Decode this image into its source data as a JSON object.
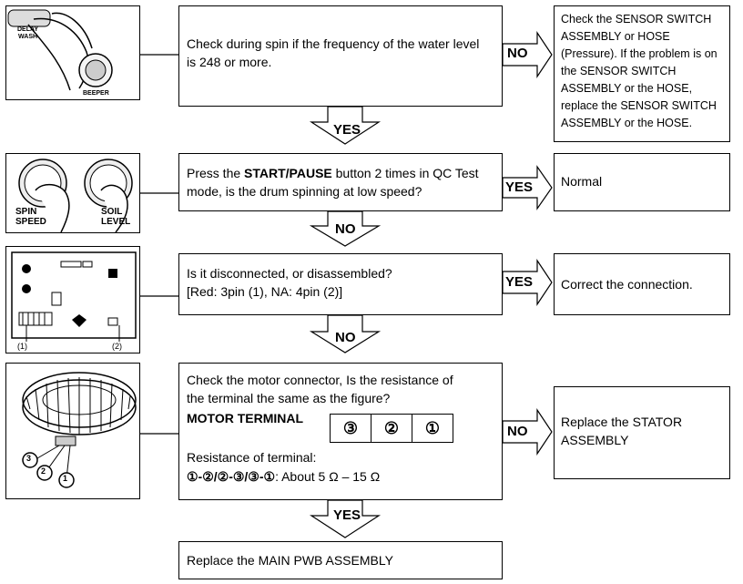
{
  "step1": {
    "question": "Check during spin if the frequency of the water level is 248 or more.",
    "no_label": "NO",
    "no_action": "Check the SENSOR SWITCH ASSEMBLY or HOSE (Pressure). If the problem is on the SENSOR SWITCH ASSEMBLY or the HOSE, replace the SENSOR SWITCH ASSEMBLY or the HOSE.",
    "yes_label": "YES",
    "image": {
      "label_top": "DELAY",
      "label_top2": "WASH",
      "label_bottom": "BEEPER"
    }
  },
  "step2": {
    "question_pre": "Press the ",
    "question_bold": "START/PAUSE",
    "question_post": " button 2 times in QC Test mode, is the drum spinning at low speed?",
    "yes_label": "YES",
    "yes_action": "Normal",
    "no_label": "NO",
    "image": {
      "left1": "SPIN",
      "left2": "SPEED",
      "right1": "SOIL",
      "right2": "LEVEL"
    }
  },
  "step3": {
    "question_line1": "Is it disconnected, or disassembled?",
    "question_line2": "[Red: 3pin (1), NA: 4pin (2)]",
    "yes_label": "YES",
    "yes_action": "Correct the connection.",
    "no_label": "NO",
    "image": {
      "marker1": "(1)",
      "marker2": "(2)"
    }
  },
  "step4": {
    "question_line1": "Check the motor connector, Is the resistance of",
    "question_line2": "the terminal the same as the figure?",
    "terminal_label": "MOTOR TERMINAL",
    "terminals": [
      "③",
      "②",
      "①"
    ],
    "resistance_label": "Resistance of terminal:",
    "resistance_pairs": "①-②/②-③/③-①",
    "resistance_value": ": About 5 Ω – 15 Ω",
    "no_label": "NO",
    "no_action": "Replace the STATOR ASSEMBLY",
    "yes_label": "YES",
    "image": {
      "callouts": [
        "3",
        "2",
        "1"
      ]
    }
  },
  "final": {
    "action": "Replace the MAIN PWB ASSEMBLY"
  }
}
